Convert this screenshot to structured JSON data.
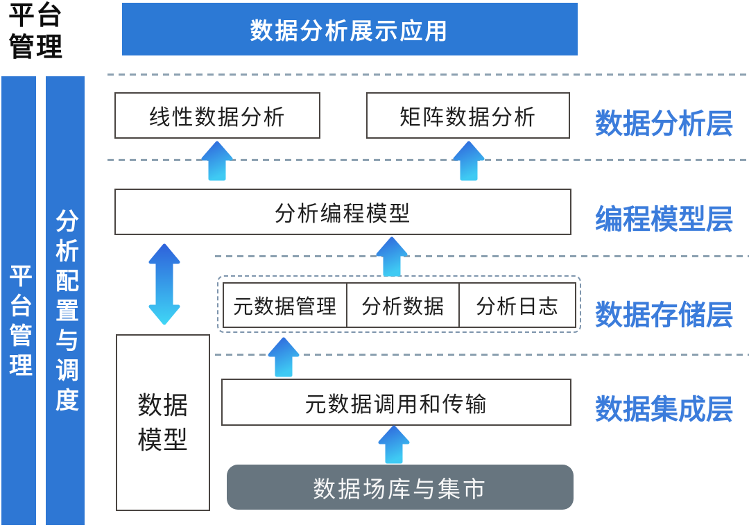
{
  "colors": {
    "banner": "#2c79d5",
    "bar": "#2e77d4",
    "label": "#3b7cdb",
    "border": "#4a4542",
    "dash": "#8ba0b0",
    "groupDash": "#7e95ad",
    "grayBox": "#67757f",
    "arrowDark": "#2e63db",
    "arrowLight": "#3fcaf3"
  },
  "corner": {
    "line1": "平台",
    "line2": "管理"
  },
  "banner": {
    "title": "数据分析展示应用"
  },
  "sidebars": {
    "platform_management": "平台管理",
    "analysis_config": "分析配置与调度"
  },
  "layers": [
    {
      "label": "数据分析层"
    },
    {
      "label": "编程模型层"
    },
    {
      "label": "数据存储层"
    },
    {
      "label": "数据集成层"
    }
  ],
  "nodes": {
    "linear_analysis": "线性数据分析",
    "matrix_analysis": "矩阵数据分析",
    "programming_model": "分析编程模型",
    "storage_cells": [
      "元数据管理",
      "分析数据",
      "分析日志"
    ],
    "metadata_transfer": "元数据调用和传输",
    "data_model_line1": "数据",
    "data_model_line2": "模型",
    "data_warehouse": "数据场库与集市"
  }
}
